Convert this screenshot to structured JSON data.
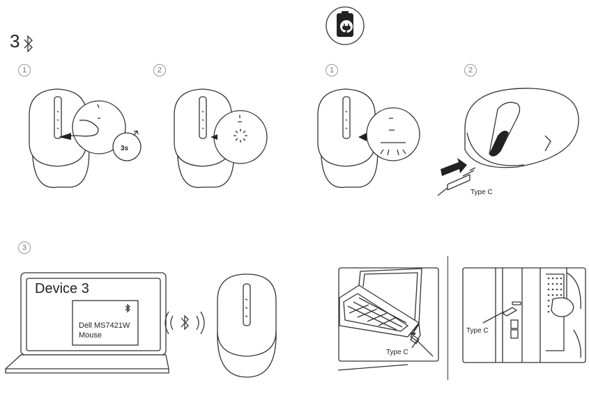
{
  "channel_heading": "3",
  "steps": {
    "pair_1": "1",
    "pair_2": "2",
    "charge_1": "1",
    "charge_2": "2",
    "pair_3": "3"
  },
  "hold_time": "3s",
  "cable_label_top": "Type C",
  "laptop_screen": {
    "title": "Device 3",
    "device_name_line1": "Dell MS7421W",
    "device_name_line2": "Mouse"
  },
  "cable_label_laptop": "Type C",
  "cable_label_port": "Type C",
  "icons": [
    "bluetooth-icon",
    "battery-charge-icon",
    "wireless-signal-icon",
    "arrow-icon",
    "finger-icon"
  ]
}
